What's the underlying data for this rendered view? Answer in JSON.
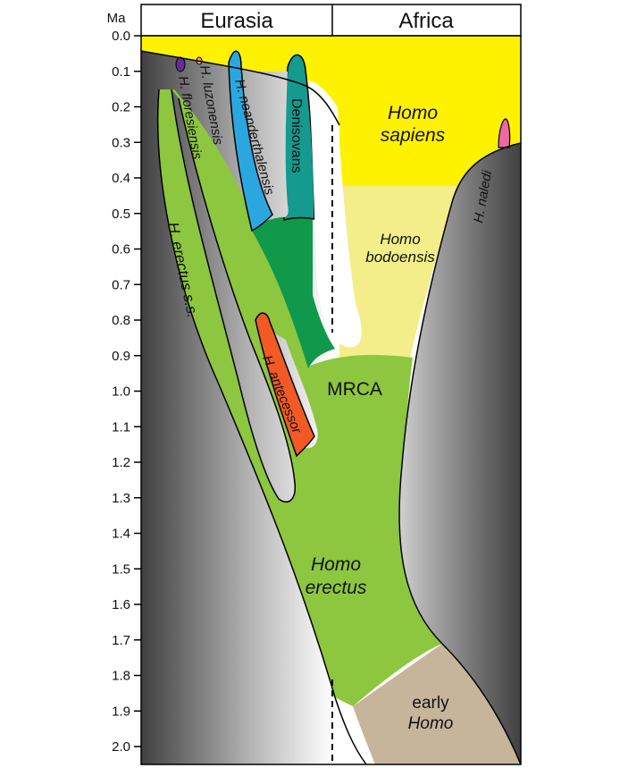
{
  "header": {
    "left_region": "Eurasia",
    "right_region": "Africa"
  },
  "axis": {
    "unit": "Ma",
    "ticks": [
      "0.0",
      "0.1",
      "0.2",
      "0.3",
      "0.4",
      "0.5",
      "0.6",
      "0.7",
      "0.8",
      "0.9",
      "1.0",
      "1.1",
      "1.2",
      "1.3",
      "1.4",
      "1.5",
      "1.6",
      "1.7",
      "1.8",
      "1.9",
      "2.0"
    ]
  },
  "taxa": {
    "h_floresiensis": "H. floresiensis",
    "h_luzonensis": "H. luzonensis",
    "h_neanderthalensis": "H. neanderthalensis",
    "denisovans": "Denisovans",
    "homo_sapiens_1": "Homo",
    "homo_sapiens_2": "sapiens",
    "h_naledi": "H. naledi",
    "homo_bodoensis_1": "Homo",
    "homo_bodoensis_2": "bodoensis",
    "h_erectus_ss": "H. erectus s.s.",
    "h_antecessor": "H. antecessor",
    "mrca": "MRCA",
    "homo_erectus_1": "Homo",
    "homo_erectus_2": "erectus",
    "early_homo_1": "early",
    "early_homo_2": "Homo"
  },
  "colors": {
    "homo_sapiens": "#fff200",
    "homo_bodoensis": "#f3ee8a",
    "h_erectus": "#8dc63f",
    "dark_green": "#10994a",
    "teal": "#149a8e",
    "blue": "#2aa7df",
    "orange": "#f15a24",
    "purple": "#662d91",
    "pink": "#ee68a4",
    "early_homo": "#c7b59b",
    "luzonensis": "#f7a85c"
  }
}
